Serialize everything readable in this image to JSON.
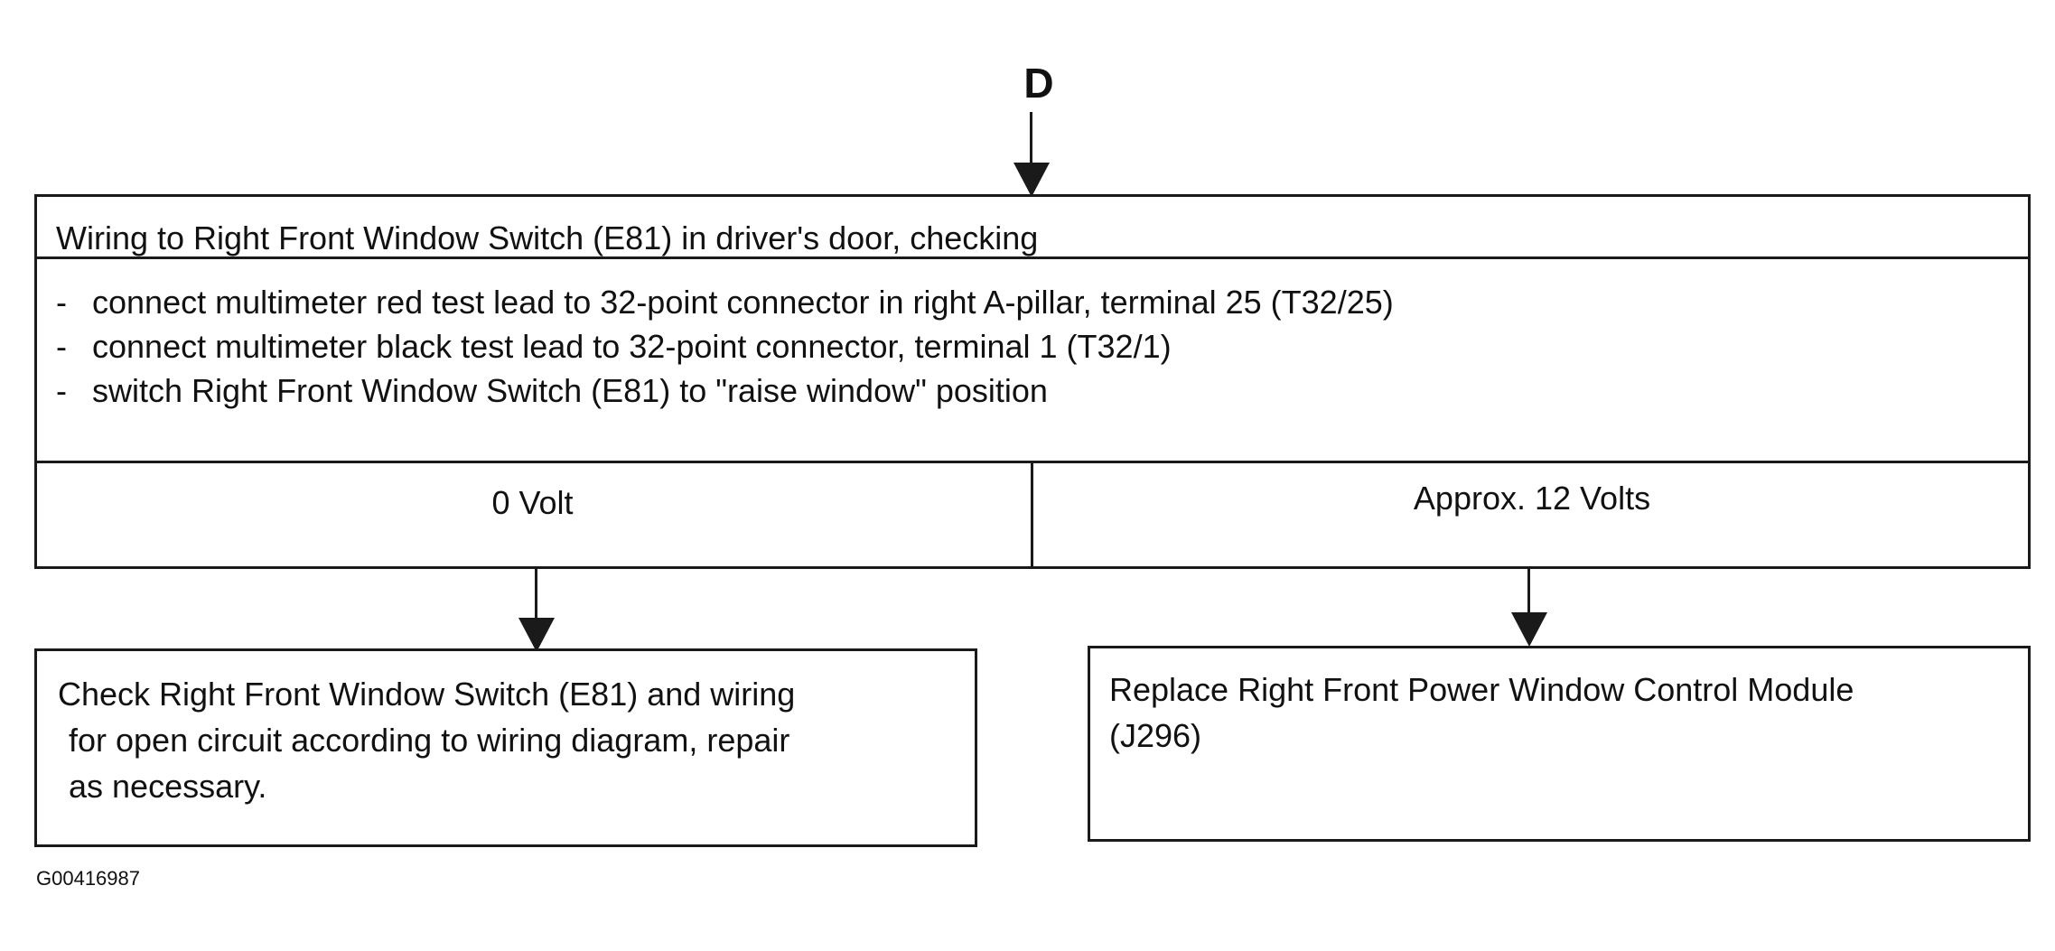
{
  "connector": {
    "label": "D"
  },
  "check": {
    "title": "Wiring to Right Front Window Switch (E81) in driver's door, checking",
    "steps": [
      "connect multimeter red test lead to 32-point connector in right A-pillar, terminal 25 (T32/25)",
      "connect multimeter black test lead to 32-point connector, terminal 1 (T32/1)",
      "switch Right Front Window Switch (E81) to \"raise window\" position"
    ],
    "step_marker": "-"
  },
  "results": {
    "left": "0 Volt",
    "right": "Approx. 12 Volts"
  },
  "actions": {
    "left": [
      "Check Right Front Window Switch (E81) and wiring",
      "for open circuit according to wiring diagram, repair",
      "as necessary."
    ],
    "right": [
      "Replace Right Front Power Window Control Module",
      "(J296)"
    ]
  },
  "figure_id": "G00416987"
}
